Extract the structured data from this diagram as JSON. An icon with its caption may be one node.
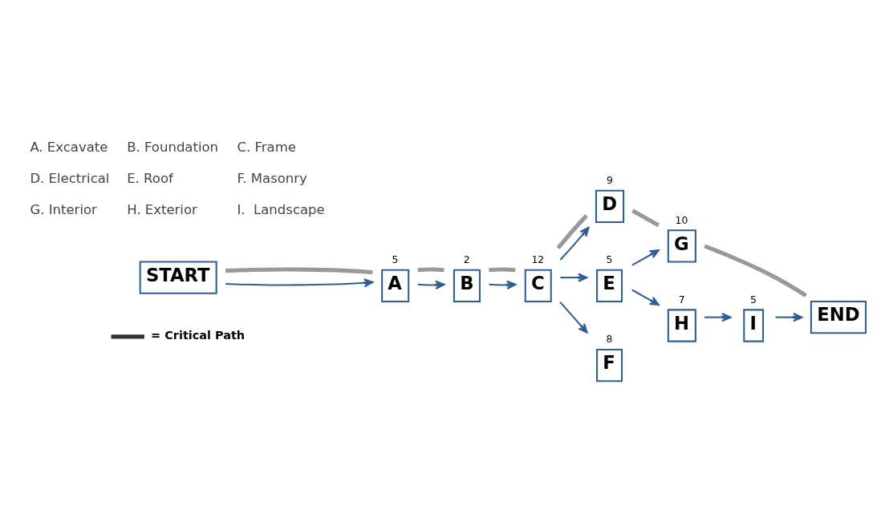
{
  "diagram": {
    "nodes": [
      {
        "text": [
          "START"
        ]
      },
      {
        "text": [
          "A"
        ],
        "beside": [
          "5"
        ]
      },
      {
        "text": [
          "B"
        ],
        "beside": [
          "2"
        ]
      },
      {
        "text": [
          "C"
        ],
        "beside": [
          "12"
        ]
      },
      {
        "text": [
          "D"
        ],
        "beside": [
          "9"
        ]
      },
      {
        "text": [
          "E"
        ],
        "beside": [
          "5"
        ]
      },
      {
        "text": [
          "F"
        ],
        "beside": [
          "8"
        ]
      },
      {
        "text": [
          "G"
        ],
        "beside": [
          "10"
        ]
      },
      {
        "text": [
          "H"
        ],
        "beside": [
          "7"
        ]
      },
      {
        "text": [
          "I"
        ],
        "beside": [
          "5"
        ]
      },
      {
        "text": [
          "END"
        ]
      }
    ],
    "edges": [
      {
        "from": 0,
        "to": 1,
        "arrow": "to"
      },
      {
        "from": 1,
        "to": 2,
        "arrow": "to"
      },
      {
        "from": 2,
        "to": 3,
        "arrow": "to"
      },
      {
        "from": 3,
        "to": 4,
        "arrow": "to"
      },
      {
        "from": 3,
        "to": 5,
        "arrow": "to"
      },
      {
        "from": 3,
        "to": 6,
        "arrow": "to"
      },
      {
        "from": 5,
        "to": 7,
        "arrow": "to"
      },
      {
        "from": 5,
        "to": 8,
        "arrow": "to"
      },
      {
        "from": 8,
        "to": 9,
        "arrow": "to"
      },
      {
        "from": 9,
        "to": 10,
        "arrow": "to"
      },
      {
        "from": 0,
        "to": 1,
        "arrow": "none",
        "style": "thick",
        "color": "#999999"
      },
      {
        "from": 1,
        "to": 2,
        "arrow": "none",
        "style": "thick",
        "color": "#999999"
      },
      {
        "from": 2,
        "to": 3,
        "arrow": "none",
        "style": "thick",
        "color": "#999999"
      },
      {
        "from": 3,
        "to": 4,
        "arrow": "none",
        "style": "thick",
        "color": "#999999"
      },
      {
        "from": 4,
        "to": 7,
        "arrow": "none",
        "style": "thick",
        "color": "#999999"
      },
      {
        "from": 7,
        "to": 10,
        "arrow": "none",
        "style": "thick",
        "color": "#999999"
      }
    ],
    "labels": [
      "A. Excavate",
      "B. Foundation",
      "C. Frame",
      "D. Electrical",
      "E. Roof",
      "F. Masonry",
      "G. Interior",
      "H. Exterior",
      "I.  Landscape"
    ],
    "legend": [
      {
        "text": "= Critical Path"
      }
    ]
  }
}
